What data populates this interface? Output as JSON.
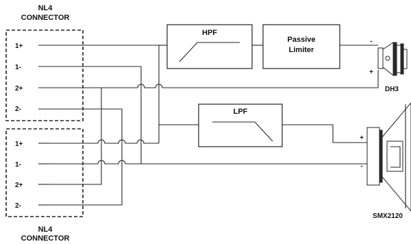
{
  "connector_top": {
    "line1": "NL4",
    "line2": "CONNECTOR",
    "pins": [
      "1+",
      "1-",
      "2+",
      "2-"
    ]
  },
  "connector_bottom": {
    "line1": "NL4",
    "line2": "CONNECTOR",
    "pins": [
      "1+",
      "1-",
      "2+",
      "2-"
    ]
  },
  "blocks": {
    "hpf": "HPF",
    "limiter_line1": "Passive",
    "limiter_line2": "Limiter",
    "lpf": "LPF"
  },
  "speakers": {
    "tweeter": {
      "name": "DH3",
      "minus": "-",
      "plus": "+"
    },
    "woofer": {
      "name": "SMX2120",
      "plus": "+",
      "minus": "-"
    }
  }
}
